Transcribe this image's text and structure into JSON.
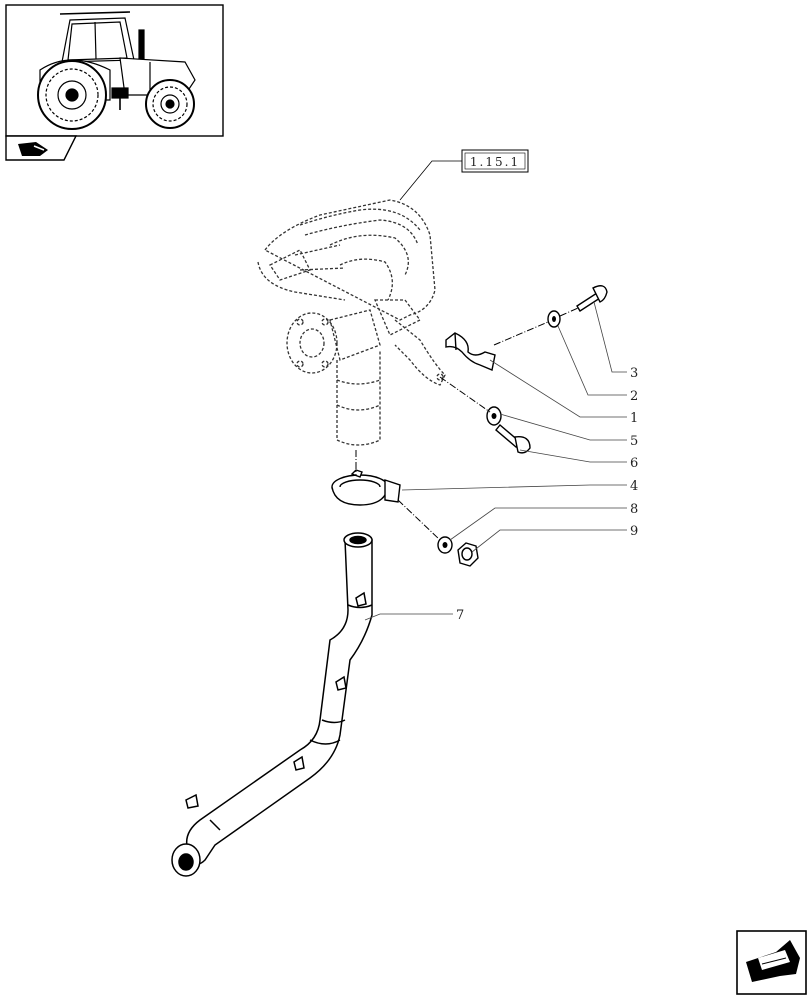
{
  "reference_box": {
    "label": "1.15.1"
  },
  "callouts": [
    {
      "id": "3",
      "label": "3"
    },
    {
      "id": "2",
      "label": "2"
    },
    {
      "id": "1",
      "label": "1"
    },
    {
      "id": "5",
      "label": "5"
    },
    {
      "id": "6",
      "label": "6"
    },
    {
      "id": "4",
      "label": "4"
    },
    {
      "id": "8",
      "label": "8"
    },
    {
      "id": "9",
      "label": "9"
    },
    {
      "id": "7",
      "label": "7"
    }
  ],
  "icons": {
    "thumbnail": "tractor-thumbnail-icon",
    "section": "section-arrow-icon",
    "next_page": "next-page-arrow-icon"
  }
}
